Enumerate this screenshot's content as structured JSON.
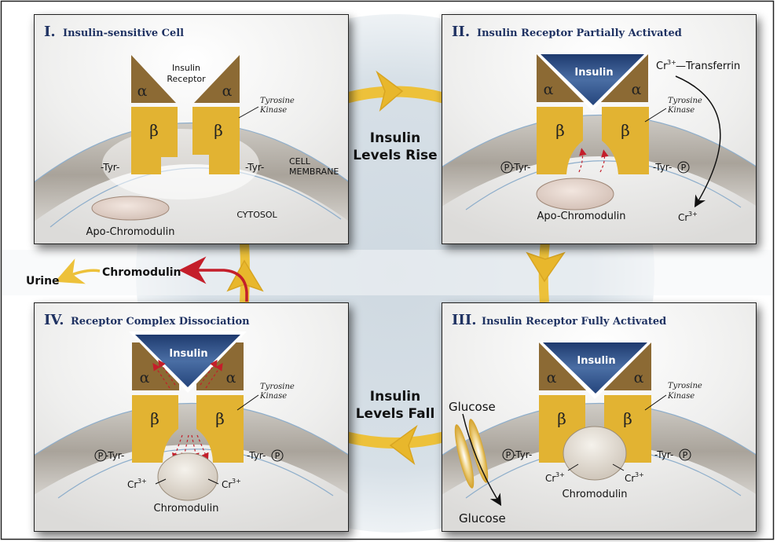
{
  "colors": {
    "alpha_subunit": "#8c6a34",
    "beta_subunit": "#e2b332",
    "insulin": "#2b4a80",
    "title": "#1f3262",
    "cycle_arrow": "#edc13a",
    "excretion_arrow": "#c41e2a",
    "background_circle": "#cfd9e1",
    "membrane_line": "#8eaecb"
  },
  "cycle": {
    "rise_label_line1": "Insulin",
    "rise_label_line2": "Levels Rise",
    "fall_label_line1": "Insulin",
    "fall_label_line2": "Levels Fall"
  },
  "excretion": {
    "chromodulin": "Chromodulin",
    "urine": "Urine"
  },
  "common": {
    "alpha": "α",
    "beta": "β",
    "insulin": "Insulin",
    "tyrosine": "Tyrosine",
    "kinase": "Kinase",
    "tyr_left": "-Tyr-",
    "tyr_right": "-Tyr-",
    "p": "P",
    "cr": "Cr",
    "cr_charge": "3+"
  },
  "panels": {
    "p1": {
      "numeral": "I.",
      "title": "Insulin-sensitive Cell",
      "receptor_line1": "Insulin",
      "receptor_line2": "Receptor",
      "membrane_line1": "CELL",
      "membrane_line2": "MEMBRANE",
      "cytosol": "CYTOSOL",
      "apo": "Apo-Chromodulin"
    },
    "p2": {
      "numeral": "II.",
      "title": "Insulin Receptor Partially Activated",
      "transferrin": "—Transferrin",
      "apo": "Apo-Chromodulin"
    },
    "p3": {
      "numeral": "III.",
      "title": "Insulin Receptor Fully Activated",
      "glucose_out": "Glucose",
      "glucose_in": "Glucose",
      "chromodulin": "Chromodulin"
    },
    "p4": {
      "numeral": "IV.",
      "title": "Receptor Complex Dissociation",
      "chromodulin": "Chromodulin"
    }
  }
}
